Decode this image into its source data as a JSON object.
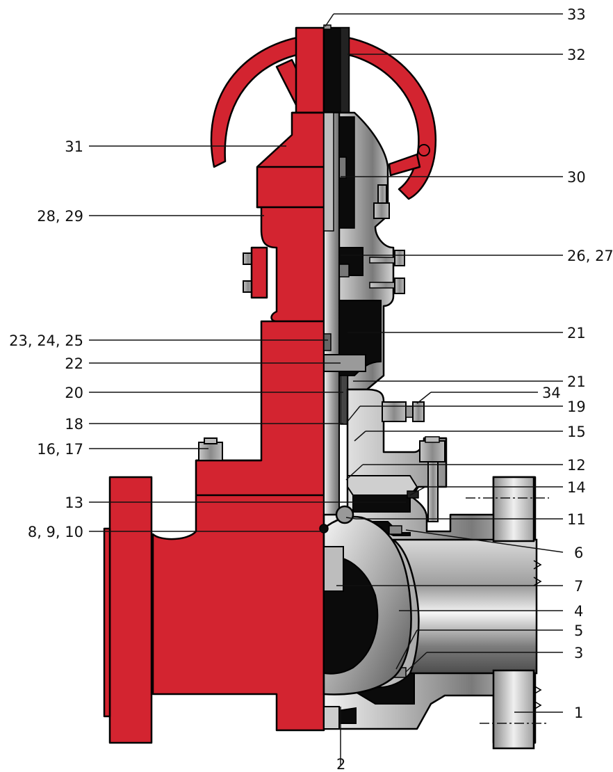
{
  "diagram": {
    "callouts": {
      "c33": "33",
      "c32": "32",
      "c31": "31",
      "c30": "30",
      "c28_29": "28, 29",
      "c26_27": "26, 27",
      "c23_24_25": "23, 24, 25",
      "c21a": "21",
      "c22": "22",
      "c21b": "21",
      "c20": "20",
      "c34": "34",
      "c19": "19",
      "c18": "18",
      "c15": "15",
      "c16_17": "16, 17",
      "c12": "12",
      "c14": "14",
      "c13": "13",
      "c8_9_10": "8, 9, 10",
      "c11": "11",
      "c6": "6",
      "c7": "7",
      "c4": "4",
      "c5": "5",
      "c3": "3",
      "c1": "1",
      "c2": "2"
    },
    "colors": {
      "exterior_red": "#d32430",
      "steel_light": "#e8e8e8",
      "steel_dark": "#6e6e6e",
      "cavity_black": "#0b0b0b",
      "outline": "#000000"
    }
  }
}
